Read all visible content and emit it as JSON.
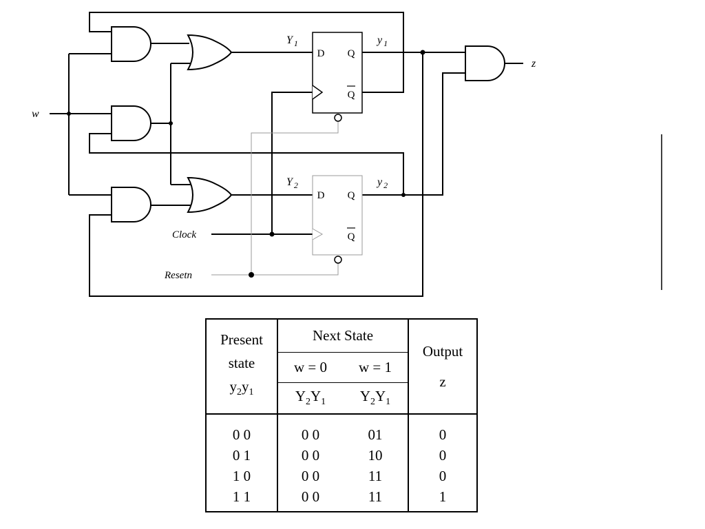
{
  "labels": {
    "w": "w",
    "Y1_base": "Y",
    "Y1_sub": "1",
    "y1_base": "y",
    "y1_sub": "1",
    "Y2_base": "Y",
    "Y2_sub": "2",
    "y2_base": "y",
    "y2_sub": "2",
    "z": "z",
    "clock": "Clock",
    "resetn": "Resetn",
    "D": "D",
    "Q": "Q",
    "Qbar": "Q"
  },
  "table": {
    "present_line1": "Present",
    "present_line2": "state",
    "present_y_a": "y",
    "present_sub_a": "2",
    "present_y_b": "y",
    "present_sub_b": "1",
    "next_state": "Next State",
    "w0": "w = 0",
    "w1": "w = 1",
    "Y_a": "Y",
    "Y_sub_a": "2",
    "Y_b": "Y",
    "Y_sub_b": "1",
    "output_line1": "Output",
    "output_line2": "z",
    "rows": [
      {
        "present": "0 0",
        "next_w0": "0 0",
        "next_w1": "01",
        "z": "0"
      },
      {
        "present": "0 1",
        "next_w0": "0 0",
        "next_w1": "10",
        "z": "0"
      },
      {
        "present": "1 0",
        "next_w0": "0 0",
        "next_w1": "11",
        "z": "0"
      },
      {
        "present": "1 1",
        "next_w0": "0 0",
        "next_w1": "11",
        "z": "1"
      }
    ]
  }
}
